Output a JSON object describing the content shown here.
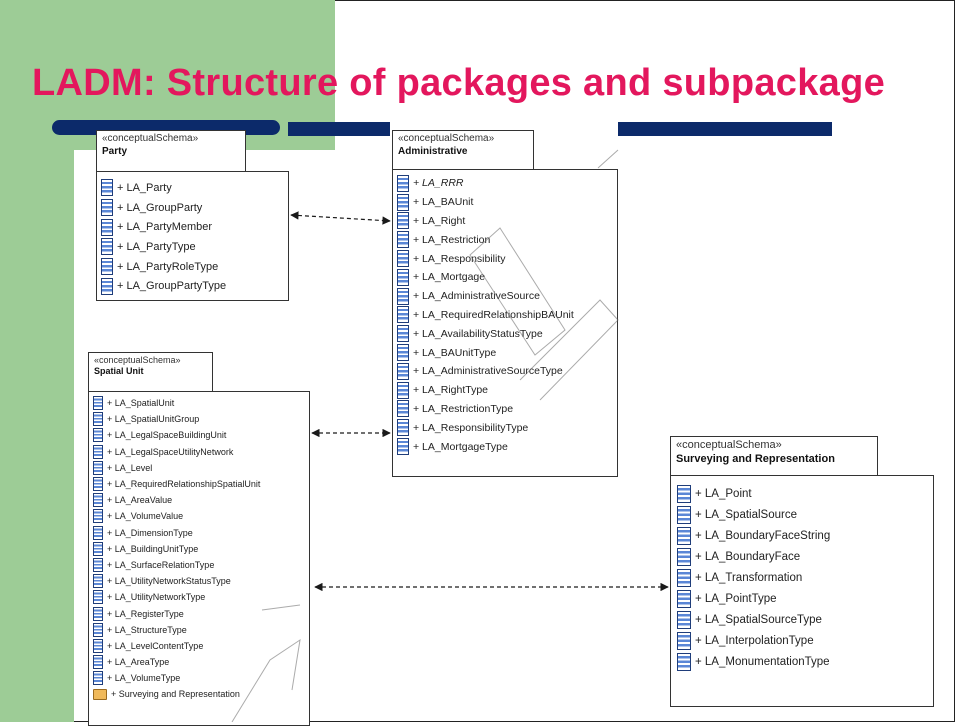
{
  "slide": {
    "title": "LADM: Structure of packages and subpackage",
    "colors": {
      "title": "#e3175d",
      "green_band": "#9dcc96",
      "navy_bar": "#0c2a6a",
      "class_icon": "#5b87d6",
      "folder_icon": "#f0b95a"
    }
  },
  "packages": {
    "party": {
      "stereotype": "«conceptualSchema»",
      "name": "Party",
      "items": [
        "+ LA_Party",
        "+ LA_GroupParty",
        "+ LA_PartyMember",
        "+ LA_PartyType",
        "+ LA_PartyRoleType",
        "+ LA_GroupPartyType"
      ]
    },
    "administrative": {
      "stereotype": "«conceptualSchema»",
      "name": "Administrative",
      "items": [
        "+ LA_RRR",
        "+ LA_BAUnit",
        "+ LA_Right",
        "+ LA_Restriction",
        "+ LA_Responsibility",
        "+ LA_Mortgage",
        "+ LA_AdministrativeSource",
        "+ LA_RequiredRelationshipBAUnit",
        "+ LA_AvailabilityStatusType",
        "+ LA_BAUnitType",
        "+ LA_AdministrativeSourceType",
        "+ LA_RightType",
        "+ LA_RestrictionType",
        "+ LA_ResponsibilityType",
        "+ LA_MortgageType"
      ]
    },
    "spatial_unit": {
      "stereotype": "«conceptualSchema»",
      "name": "Spatial Unit",
      "items": [
        "+ LA_SpatialUnit",
        "+ LA_SpatialUnitGroup",
        "+ LA_LegalSpaceBuildingUnit",
        "+ LA_LegalSpaceUtilityNetwork",
        "+ LA_Level",
        "+ LA_RequiredRelationshipSpatialUnit",
        "+ LA_AreaValue",
        "+ LA_VolumeValue",
        "+ LA_DimensionType",
        "+ LA_BuildingUnitType",
        "+ LA_SurfaceRelationType",
        "+ LA_UtilityNetworkStatusType",
        "+ LA_UtilityNetworkType",
        "+ LA_RegisterType",
        "+ LA_StructureType",
        "+ LA_LevelContentType",
        "+ LA_AreaType",
        "+ LA_VolumeType",
        "+ Surveying and Representation"
      ]
    },
    "surveying": {
      "stereotype": "«conceptualSchema»",
      "name": "Surveying and Representation",
      "items": [
        "+ LA_Point",
        "+ LA_SpatialSource",
        "+ LA_BoundaryFaceString",
        "+ LA_BoundaryFace",
        "+ LA_Transformation",
        "+ LA_PointType",
        "+ LA_SpatialSourceType",
        "+ LA_InterpolationType",
        "+ LA_MonumentationType"
      ]
    }
  }
}
